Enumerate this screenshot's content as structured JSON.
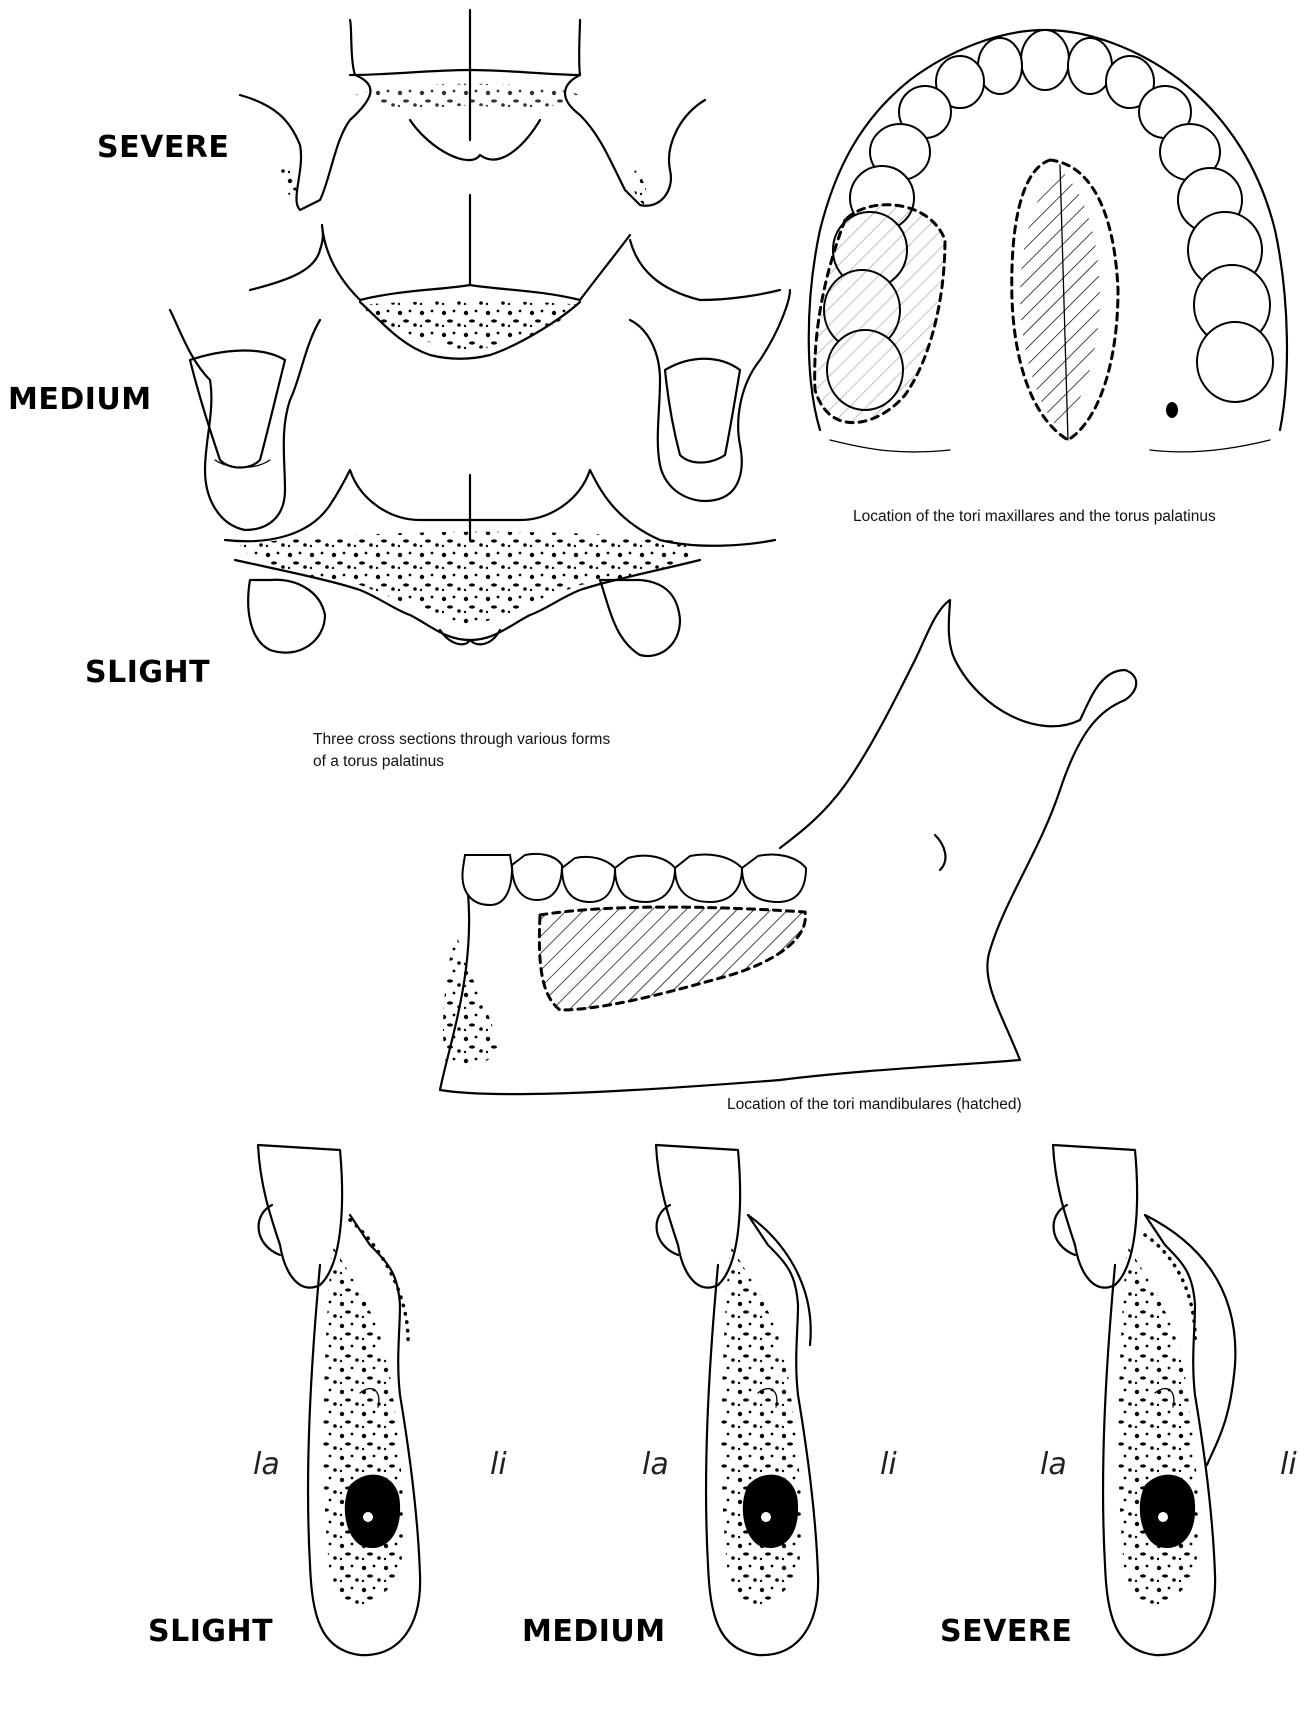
{
  "palatal_sections": {
    "labels": {
      "severe": "SEVERE",
      "medium": "MEDIUM",
      "slight": "SLIGHT"
    },
    "caption_line1": "Three cross sections through various forms",
    "caption_line2": "of a torus palatinus"
  },
  "maxilla": {
    "caption": "Location of the tori maxillares and the torus palatinus"
  },
  "mandible": {
    "caption": "Location of the tori mandibulares (hatched)"
  },
  "mandibular_sections": {
    "labial": "la",
    "lingual": "li",
    "labels": {
      "slight": "SLIGHT",
      "medium": "MEDIUM",
      "severe": "SEVERE"
    }
  }
}
